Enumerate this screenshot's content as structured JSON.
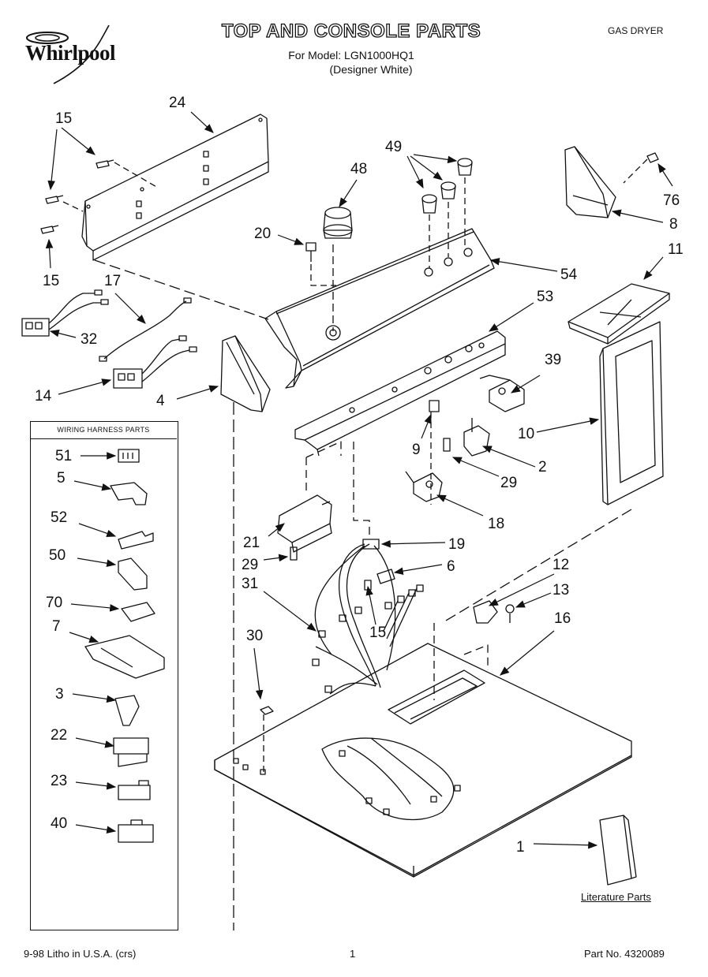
{
  "header": {
    "brand": "Whirlpool",
    "title": "TOP AND CONSOLE PARTS",
    "model_line": "For Model: LGN1000HQ1",
    "color_line": "(Designer White)",
    "doc_type": "GAS DRYER"
  },
  "wiring_harness_box": {
    "title": "WIRING HARNESS PARTS"
  },
  "literature": {
    "label": "Literature Parts"
  },
  "footer": {
    "left": "9-98 Litho in U.S.A. (crs)",
    "page": "1",
    "right": "Part No. 4320089"
  },
  "callouts": {
    "c24": "24",
    "c15a": "15",
    "c15b": "15",
    "c17": "17",
    "c32": "32",
    "c14": "14",
    "c4": "4",
    "c48": "48",
    "c49": "49",
    "c20": "20",
    "c54": "54",
    "c76": "76",
    "c8": "8",
    "c11": "11",
    "c53": "53",
    "c39": "39",
    "c10": "10",
    "c9": "9",
    "c2": "2",
    "c29a": "29",
    "c18": "18",
    "c21": "21",
    "c29b": "29",
    "c19": "19",
    "c6": "6",
    "c31": "31",
    "c15c": "15",
    "c12": "12",
    "c13": "13",
    "c16": "16",
    "c30": "30",
    "c1": "1",
    "w51": "51",
    "w5": "5",
    "w52": "52",
    "w50": "50",
    "w70": "70",
    "w7": "7",
    "w3": "3",
    "w22": "22",
    "w23": "23",
    "w40": "40"
  }
}
